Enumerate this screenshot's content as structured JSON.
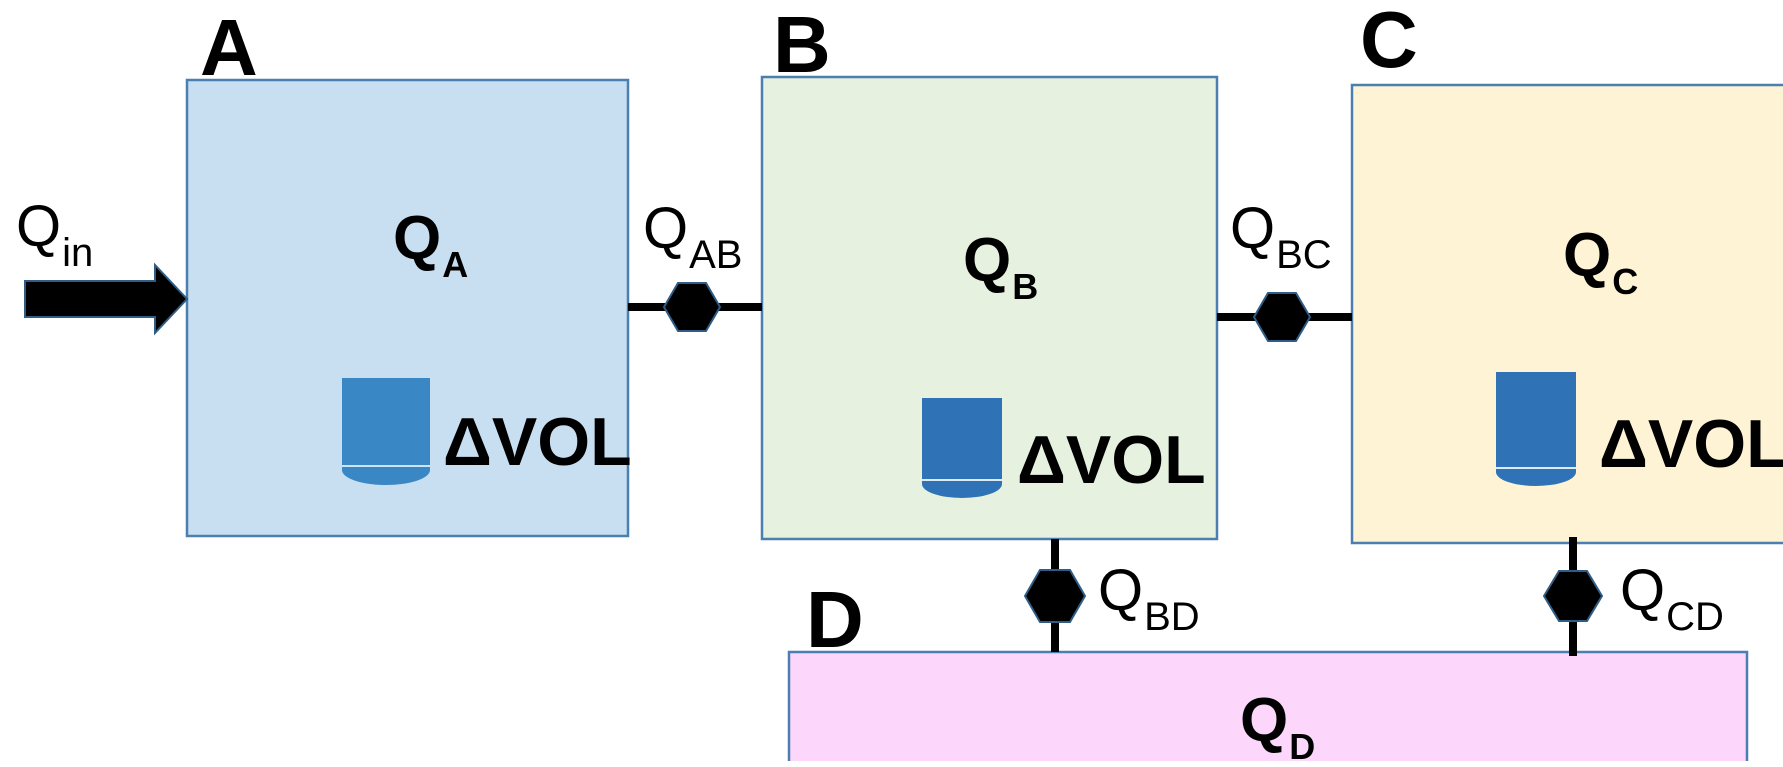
{
  "boxes": {
    "a": {
      "letter": "A",
      "flow_main": "Q",
      "flow_sub": "A",
      "volume_label": "ΔVOL",
      "fill": "#c8dff1",
      "stroke": "#4a7fb0"
    },
    "b": {
      "letter": "B",
      "flow_main": "Q",
      "flow_sub": "B",
      "volume_label": "ΔVOL",
      "fill": "#e6f1e0",
      "stroke": "#4a7fb0"
    },
    "c": {
      "letter": "C",
      "flow_main": "Q",
      "flow_sub": "C",
      "volume_label": "ΔVOL",
      "fill": "#fef3d5",
      "stroke": "#4a7fb0"
    },
    "d": {
      "letter": "D",
      "flow_main": "Q",
      "flow_sub": "D",
      "fill": "#fcd6fb",
      "stroke": "#4a7fb0"
    }
  },
  "connections": {
    "inflow": {
      "main": "Q",
      "sub": "in"
    },
    "ab": {
      "main": "Q",
      "sub": "AB"
    },
    "bc": {
      "main": "Q",
      "sub": "BC"
    },
    "bd": {
      "main": "Q",
      "sub": "BD"
    },
    "cd": {
      "main": "Q",
      "sub": "CD"
    }
  },
  "colors": {
    "cylinder_a": "#3a87c6",
    "cylinder_b": "#2f73b6",
    "cylinder_c": "#2f73b6",
    "pipe": "#000000"
  },
  "icons": {
    "cylinder": "storage-cylinder-icon",
    "valve": "hexagon-valve-icon",
    "inflow": "right-arrow-icon"
  }
}
